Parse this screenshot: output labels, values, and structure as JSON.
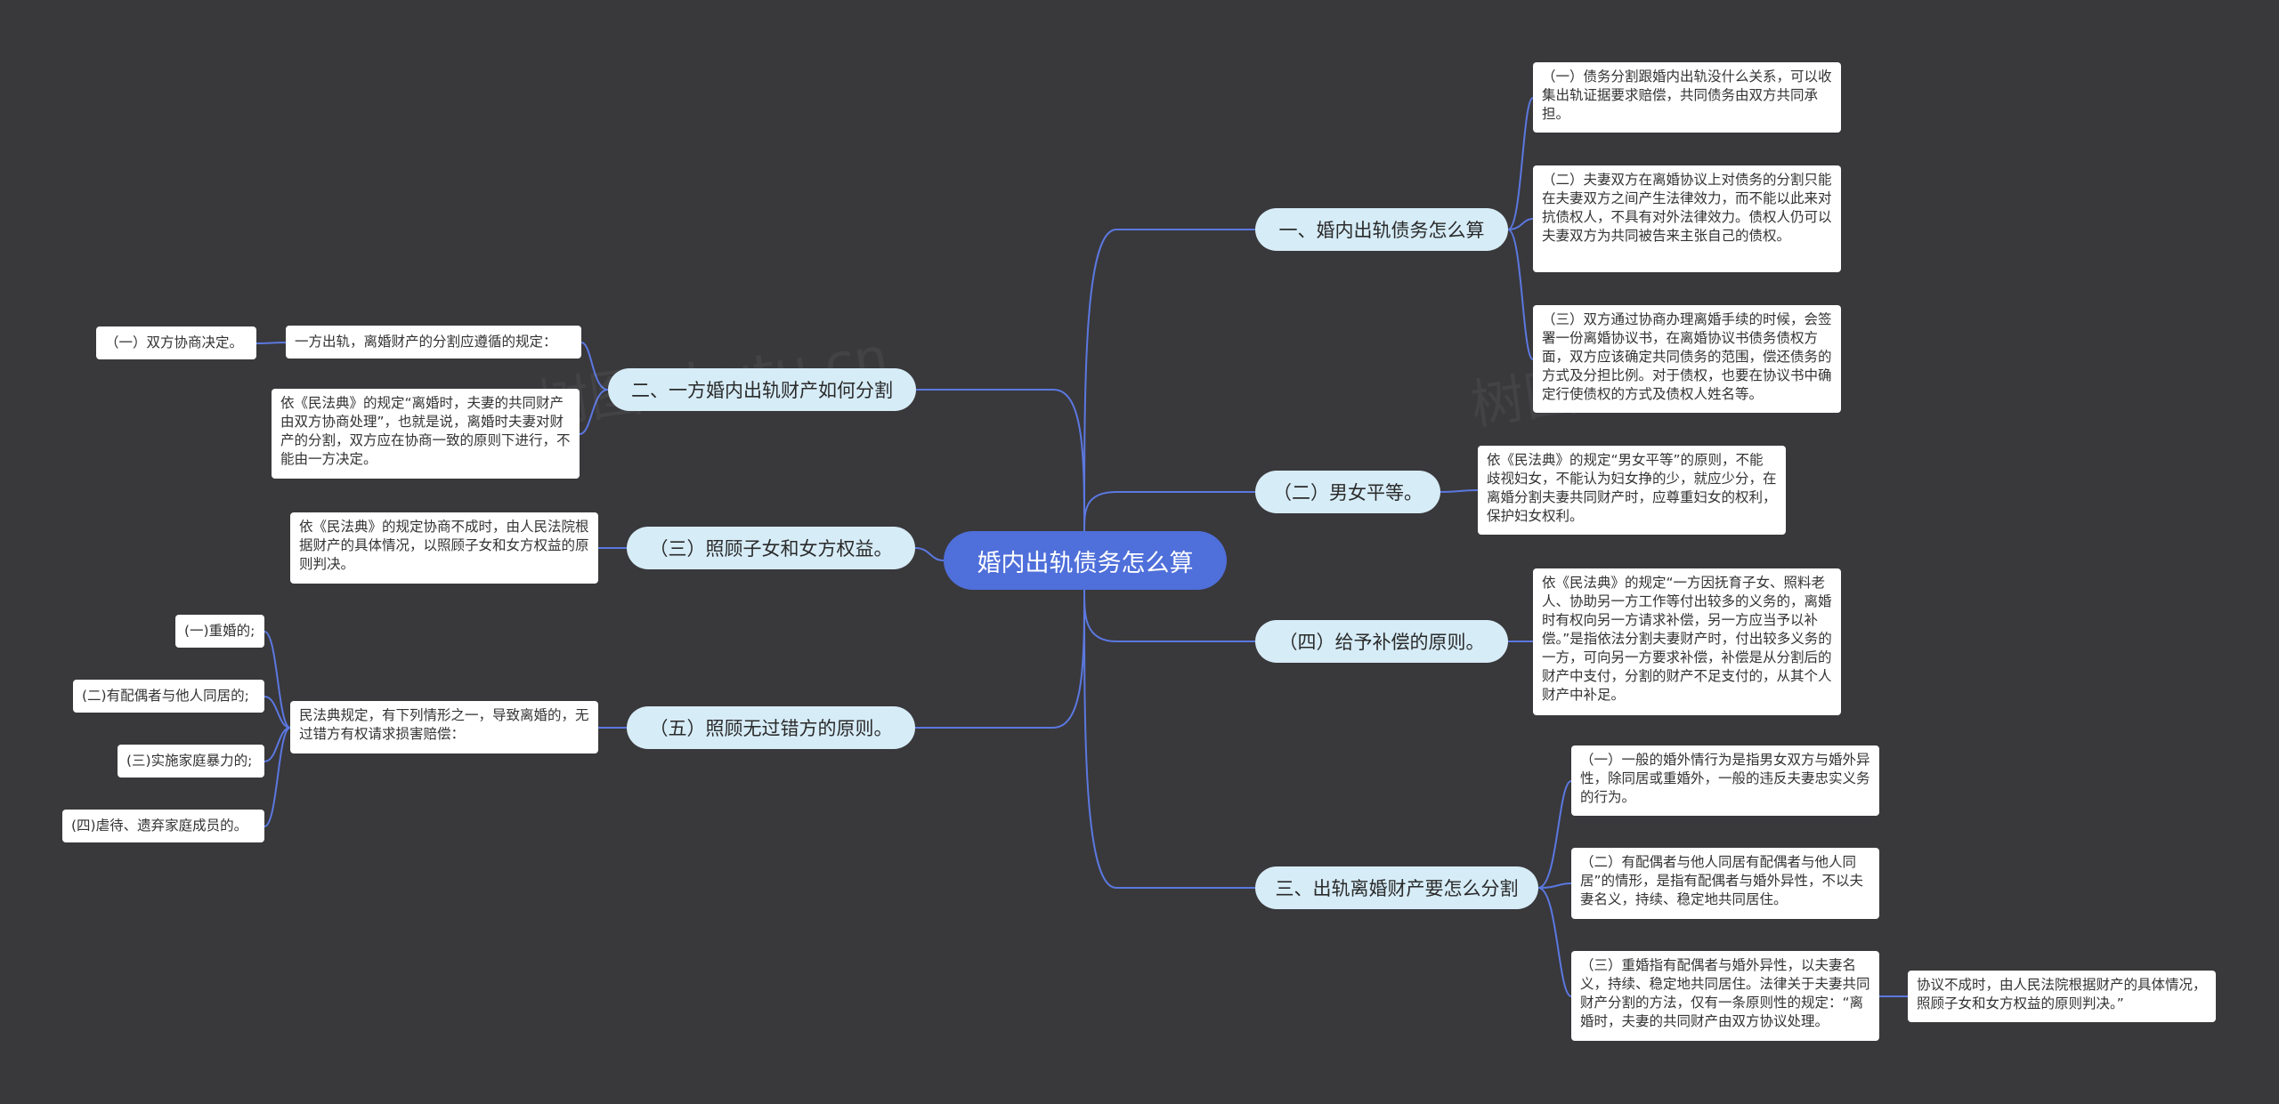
{
  "root": "婚内出轨债务怎么算",
  "branches": {
    "b1": "一、婚内出轨债务怎么算",
    "b2": "（二）男女平等。",
    "b3": "（四）给予补偿的原则。",
    "b4": "三、出轨离婚财产要怎么分割",
    "b5": "二、一方婚内出轨财产如何分割",
    "b6": "（三）照顾子女和女方权益。",
    "b7": "（五）照顾无过错方的原则。"
  },
  "leaves": {
    "l1a": "（一）债务分割跟婚内出轨没什么关系，可以收集出轨证据要求赔偿，共同债务由双方共同承担。",
    "l1b": "（二）夫妻双方在离婚协议上对债务的分割只能在夫妻双方之间产生法律效力，而不能以此来对抗债权人，不具有对外法律效力。债权人仍可以夫妻双方为共同被告来主张自己的债权。",
    "l1c": "（三）双方通过协商办理离婚手续的时候，会签署一份离婚协议书，在离婚协议书债务债权方面，双方应该确定共同债务的范围，偿还债务的方式及分担比例。对于债权，也要在协议书中确定行使债权的方式及债权人姓名等。",
    "l2a": "依《民法典》的规定“男女平等”的原则，不能歧视妇女，不能认为妇女挣的少，就应少分，在离婚分割夫妻共同财产时，应尊重妇女的权利，保护妇女权利。",
    "l3a": "依《民法典》的规定“一方因抚育子女、照料老人、协助另一方工作等付出较多的义务的，离婚时有权向另一方请求补偿，另一方应当予以补偿。”是指依法分割夫妻财产时，付出较多义务的一方，可向另一方要求补偿，补偿是从分割后的财产中支付，分割的财产不足支付的，从其个人财产中补足。",
    "l4a": "（一）一般的婚外情行为是指男女双方与婚外异性，除同居或重婚外，一般的违反夫妻忠实义务的行为。",
    "l4b": "（二）有配偶者与他人同居有配偶者与他人同居”的情形，是指有配偶者与婚外异性，不以夫妻名义，持续、稳定地共同居住。",
    "l4c": "（三）重婚指有配偶者与婚外异性，以夫妻名义，持续、稳定地共同居住。法律关于夫妻共同财产分割的方法，仅有一条原则性的规定：“离婚时，夫妻的共同财产由双方协议处理。",
    "l4c1": "协议不成时，由人民法院根据财产的具体情况，照顾子女和女方权益的原则判决。”",
    "l5a": "一方出轨，离婚财产的分割应遵循的规定：",
    "l5a1": "（一）双方协商决定。",
    "l5b": "依《民法典》的规定“离婚时，夫妻的共同财产由双方协商处理”，也就是说，离婚时夫妻对财产的分割，双方应在协商一致的原则下进行，不能由一方决定。",
    "l6a": "依《民法典》的规定协商不成时，由人民法院根据财产的具体情况，以照顾子女和女方权益的原则判决。",
    "l7a": "民法典规定，有下列情形之一，导致离婚的，无过错方有权请求损害赔偿：",
    "l7a1": "(一)重婚的;",
    "l7a2": "(二)有配偶者与他人同居的;",
    "l7a3": "(三)实施家庭暴力的;",
    "l7a4": "(四)虐待、遗弃家庭成员的。"
  },
  "watermark": "树图 shutu.cn",
  "colors": {
    "background": "#39383b",
    "root": "#4f6fda",
    "branch": "#d6ecf7",
    "line": "#5b78e0"
  }
}
